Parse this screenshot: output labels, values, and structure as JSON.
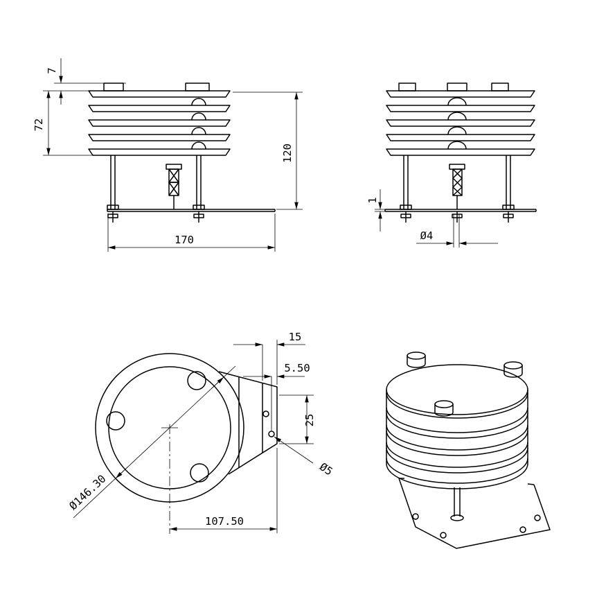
{
  "colors": {
    "background": "#ffffff",
    "line": "#000000"
  },
  "views": {
    "front": {
      "dims": {
        "knob_height": "7",
        "louver_stack_height": "72",
        "overall_height": "120",
        "base_width": "170"
      }
    },
    "side": {
      "dims": {
        "base_plate_thickness": "1",
        "mount_hole_diameter": "Ø4"
      }
    },
    "bottom": {
      "dims": {
        "tab_flat_width": "15",
        "hole_edge_offset": "5.50",
        "hole_spacing": "25",
        "tab_hole_diameter": "Ø5",
        "plate_diameter": "Ø146.30",
        "center_to_tab_edge": "107.50"
      }
    }
  }
}
